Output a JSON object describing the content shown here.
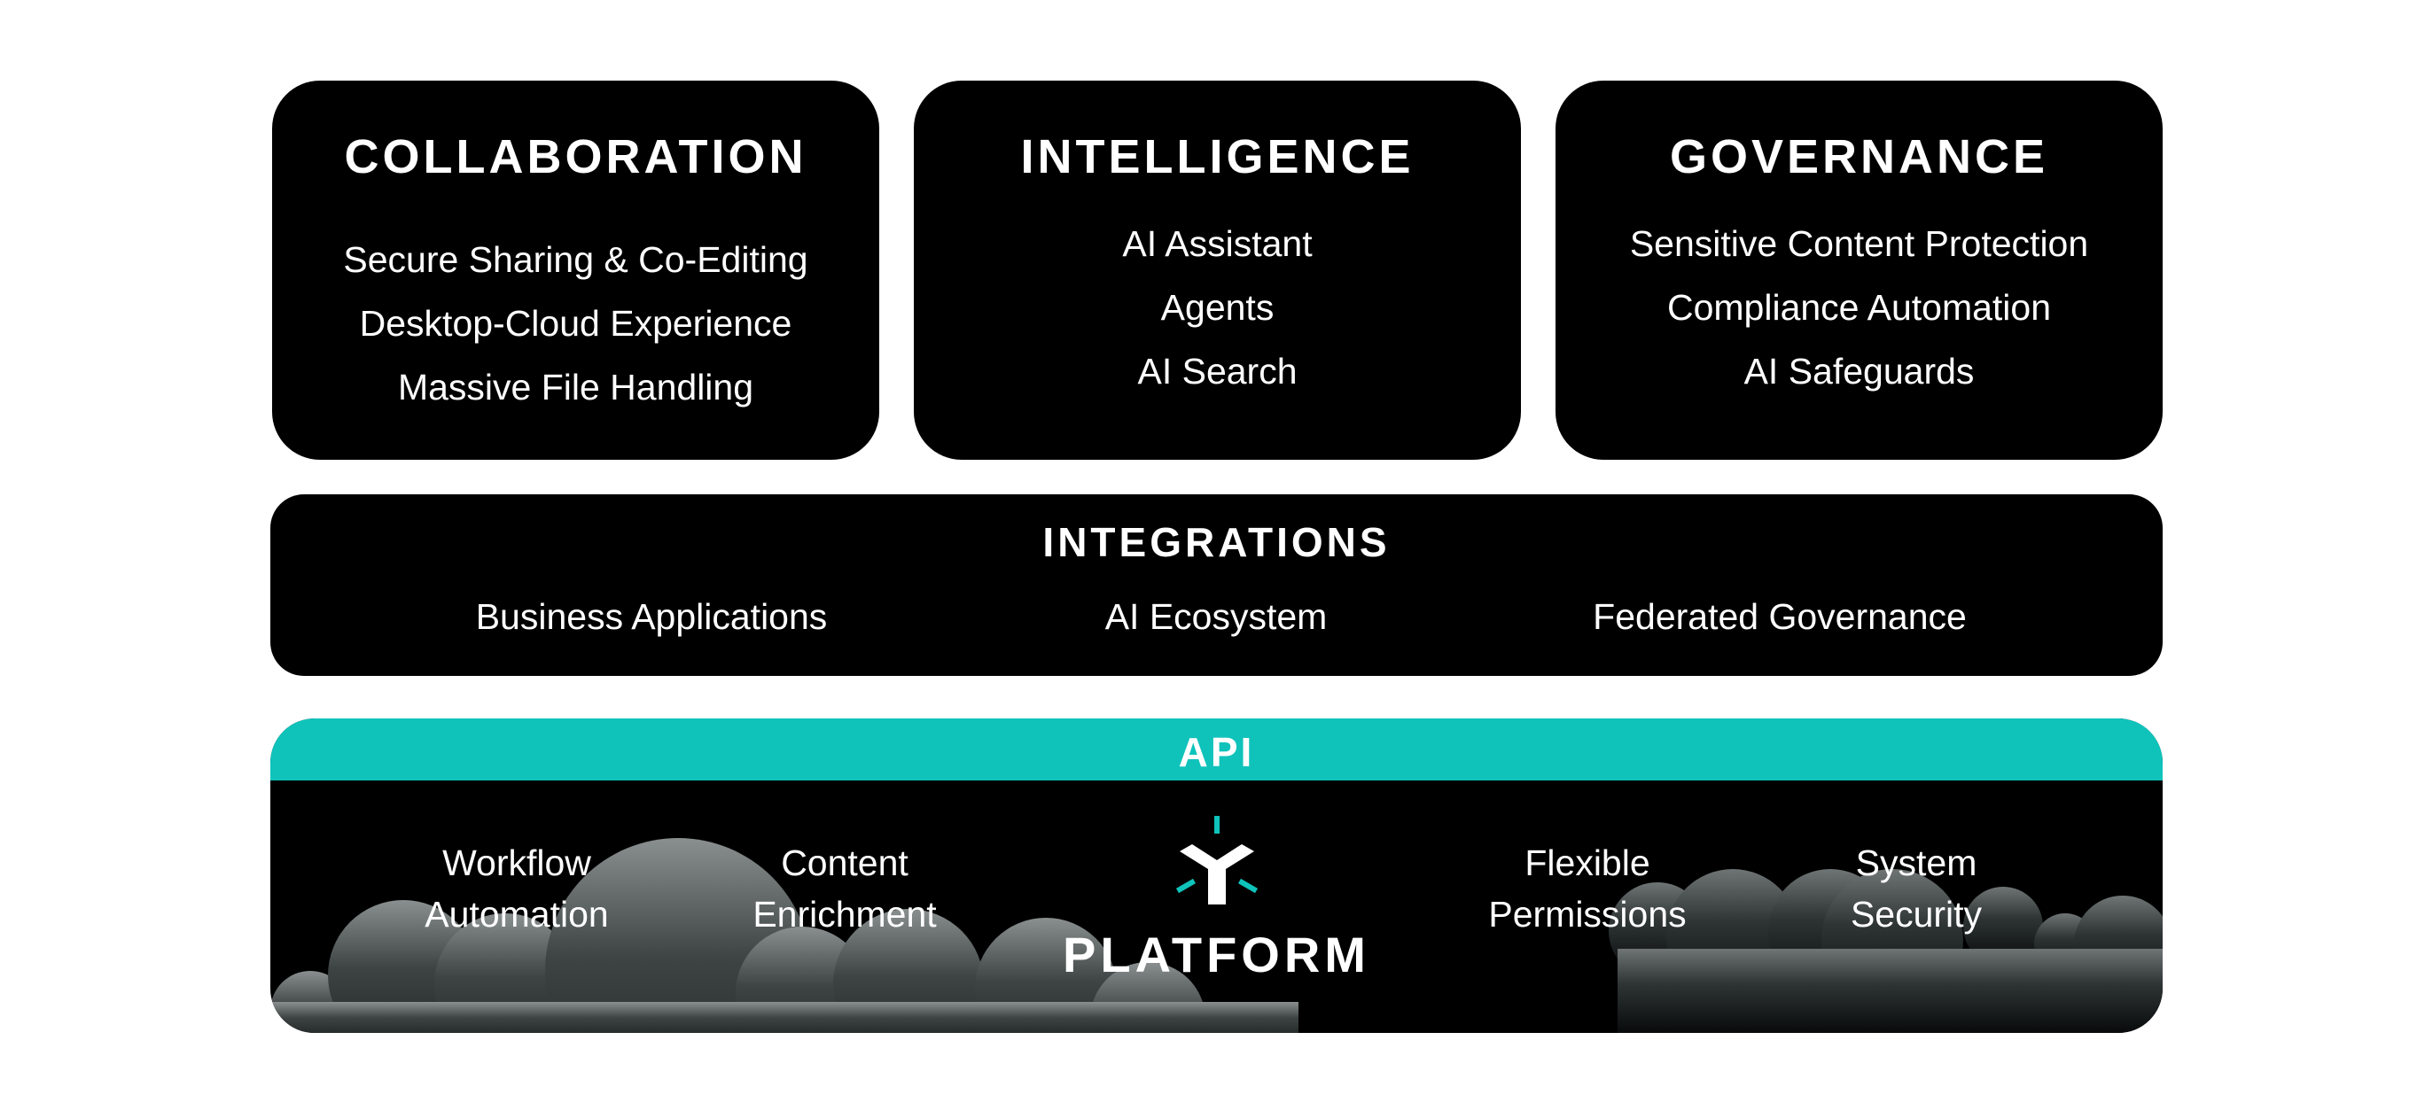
{
  "colors": {
    "panel": "#000000",
    "text": "#ffffff",
    "api_accent": "#0fc3bb",
    "cloud": "#3a3f3f"
  },
  "pillars": [
    {
      "title": "COLLABORATION",
      "items": [
        "Secure Sharing & Co-Editing",
        "Desktop-Cloud Experience",
        "Massive File Handling"
      ]
    },
    {
      "title": "INTELLIGENCE",
      "items": [
        "AI Assistant",
        "Agents",
        "AI Search"
      ]
    },
    {
      "title": "GOVERNANCE",
      "items": [
        "Sensitive Content Protection",
        "Compliance Automation",
        "AI Safeguards"
      ]
    }
  ],
  "integrations": {
    "title": "INTEGRATIONS",
    "items": [
      "Business Applications",
      "AI Ecosystem",
      "Federated Governance"
    ]
  },
  "platform": {
    "api_label": "API",
    "logo_icon": "y-connector-logo-icon",
    "label": "PLATFORM",
    "features": [
      {
        "line1": "Workflow",
        "line2": "Automation"
      },
      {
        "line1": "Content",
        "line2": "Enrichment"
      },
      {
        "line1": "Flexible",
        "line2": "Permissions"
      },
      {
        "line1": "System",
        "line2": "Security"
      }
    ]
  }
}
